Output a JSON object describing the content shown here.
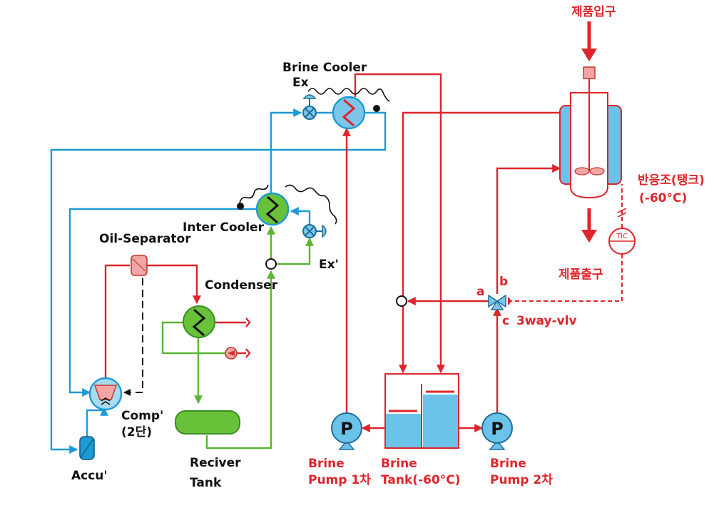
{
  "labels": {
    "brine_cooler_line1": "Brine Cooler",
    "brine_cooler_line2": "Ex",
    "inter_cooler": "Inter Cooler",
    "oil_separator": "Oil-Separator",
    "condenser": "Condenser",
    "ex_prime": "Ex'",
    "comp_line1": "Comp'",
    "comp_line2": "(2단)",
    "accu": "Accu'",
    "receiver_line1": "Reciver",
    "receiver_line2": "Tank",
    "product_in": "제품입구",
    "product_out": "제품출구",
    "reactor_line1": "반응조(탱크)",
    "reactor_line2": "(-60°C)",
    "tic": "TIC",
    "port_a": "a",
    "port_b": "b",
    "port_c": "c",
    "three_way_valve": "3way-vlv",
    "pump1_line1": "Brine",
    "pump1_line2": "Pump 1차",
    "tank_line1": "Brine",
    "tank_line2": "Tank(-60°C)",
    "pump2_line1": "Brine",
    "pump2_line2": "Pump 2차",
    "pump_symbol": "P"
  },
  "colors": {
    "refrigerant_blue": "#1d9ad6",
    "brine_red": "#e0242b",
    "liquid_green": "#5bb531",
    "tank_fill": "#6cc3ea",
    "separator_pink": "#f2a6a6"
  }
}
